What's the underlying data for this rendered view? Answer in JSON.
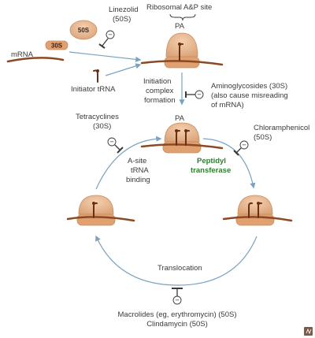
{
  "labels": {
    "linezolid_line1": "Linezolid",
    "linezolid_line2": "(50S)",
    "ribosomal_site": "Ribosomal A&P site",
    "pa_top": "PA",
    "pa_center": "PA",
    "subunit_30s": "30S",
    "subunit_50s": "50S",
    "mrna": "mRNA",
    "initiator_trna": "Initiator tRNA",
    "initiation_line1": "Initiation",
    "initiation_line2": "complex",
    "initiation_line3": "formation",
    "aminoglycosides_line1": "Aminoglycosides (30S)",
    "aminoglycosides_line2": "(also cause misreading",
    "aminoglycosides_line3": "of mRNA)",
    "tetracyclines_line1": "Tetracyclines",
    "tetracyclines_line2": "(30S)",
    "chloramphenicol_line1": "Chloramphenicol",
    "chloramphenicol_line2": "(50S)",
    "asite_line1": "A-site",
    "asite_line2": "tRNA",
    "asite_line3": "binding",
    "peptidyl_line1": "Peptidyl",
    "peptidyl_line2": "transferase",
    "translocation": "Translocation",
    "macrolides_line1": "Macrolides (eg, erythromycin) (50S)",
    "macrolides_line2": "Clindamycin (50S)",
    "inhibitor_symbol": "−"
  },
  "colors": {
    "ribosome_fill": "#e8b488",
    "ribosome_edge": "#c98d5e",
    "mrna_line": "#8a4a24",
    "trna": "#6b2e14",
    "arrow": "#7aa3c0",
    "inhibitor": "#3a3a3a",
    "badge_fill": "#7a5a48",
    "green_label": "#2e7d2e"
  }
}
